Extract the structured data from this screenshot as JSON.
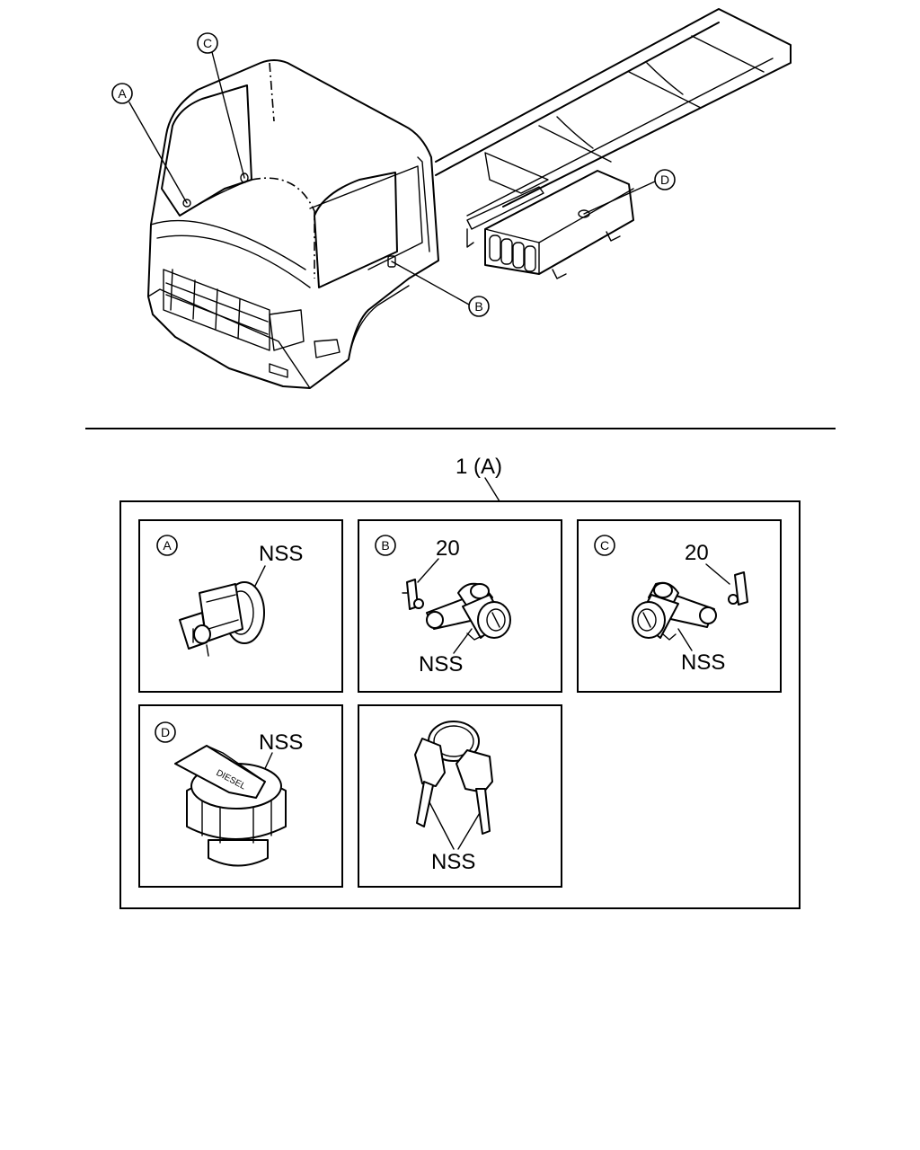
{
  "overview": {
    "callouts": [
      {
        "letter": "A"
      },
      {
        "letter": "B"
      },
      {
        "letter": "C"
      },
      {
        "letter": "D"
      }
    ]
  },
  "assembly": {
    "label": "1 (A)",
    "panels": [
      {
        "letter": "A",
        "labels": [
          "NSS"
        ]
      },
      {
        "letter": "B",
        "labels": [
          "20",
          "NSS"
        ]
      },
      {
        "letter": "C",
        "labels": [
          "20",
          "NSS"
        ]
      },
      {
        "letter": "D",
        "labels": [
          "NSS"
        ],
        "cap_text": "DIESEL"
      },
      {
        "letter": "",
        "labels": [
          "NSS"
        ]
      }
    ]
  }
}
